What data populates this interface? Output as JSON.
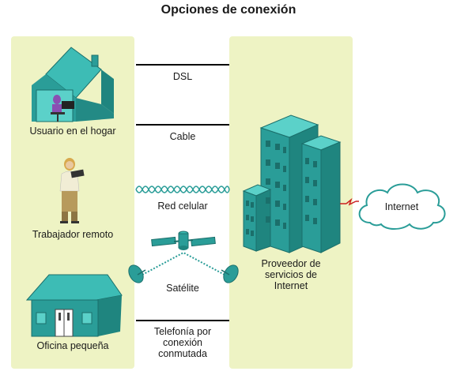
{
  "title": "Opciones de conexión",
  "left_labels": {
    "home": "Usuario en el hogar",
    "remote": "Trabajador remoto",
    "office": "Oficina pequeña"
  },
  "connections": {
    "dsl": "DSL",
    "cable": "Cable",
    "cellular": "Red celular",
    "satellite": "Satélite",
    "dialup_1": "Telefonía por",
    "dialup_2": "conexión",
    "dialup_3": "conmutada"
  },
  "isp": {
    "line1": "Proveedor de",
    "line2": "servicios de",
    "line3": "Internet"
  },
  "cloud_label": "Internet",
  "colors": {
    "panel": "#eef3c4",
    "teal": "#2a9d98",
    "teal_dark": "#1b6f6b",
    "lightning": "#cc1f1f",
    "cloud_stroke": "#2a9d98"
  }
}
